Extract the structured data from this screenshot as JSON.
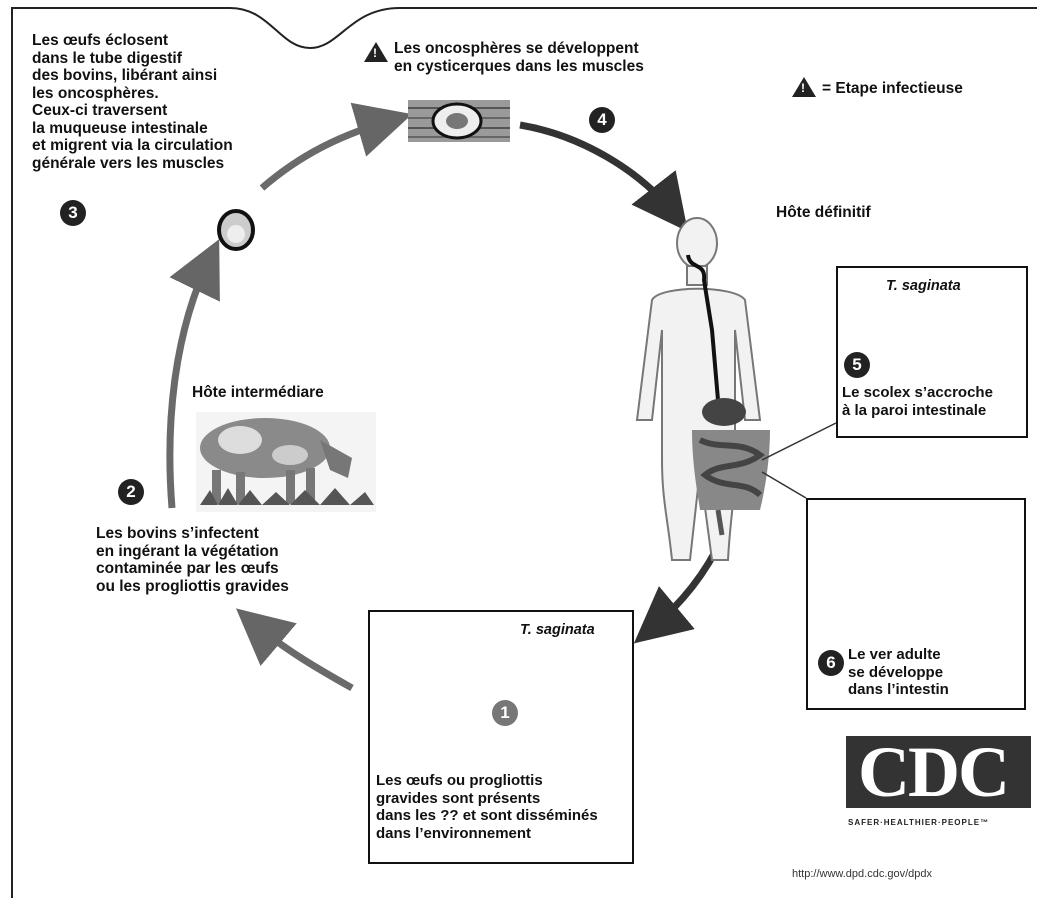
{
  "legend": {
    "symbol": "!",
    "text": "= Etape infectieuse"
  },
  "steps": {
    "s1": {
      "number": "1",
      "title": "T. saginata",
      "text": "Les œufs ou progliottis\ngravides sont présents\ndans les ?? et sont disséminés\ndans l’environnement"
    },
    "s2": {
      "number": "2",
      "label": "Hôte intermédiare",
      "text": "Les bovins s’infectent\nen ingérant la végétation\ncontaminée par les œufs\nou les progliottis gravides"
    },
    "s3": {
      "number": "3",
      "text": "Les œufs éclosent\ndans le tube digestif\ndes bovins, libérant ainsi\nles oncosphères.\nCeux-ci traversent\nla muqueuse intestinale\net migrent via la circulation\ngénérale vers les muscles"
    },
    "s4": {
      "number": "4",
      "text": "Les oncosphères se développent\nen cysticerques dans les muscles"
    },
    "s5": {
      "number": "5",
      "title": "T. saginata",
      "text": "Le scolex s’accroche\nà la paroi intestinale"
    },
    "s6": {
      "number": "6",
      "text": "Le ver adulte\nse développe\ndans l’intestin"
    }
  },
  "host": {
    "label": "Hôte définitif"
  },
  "cdc": {
    "logo": "CDC",
    "tagline": "SAFER·HEALTHIER·PEOPLE™",
    "url": "http://www.dpd.cdc.gov/dpdx"
  }
}
